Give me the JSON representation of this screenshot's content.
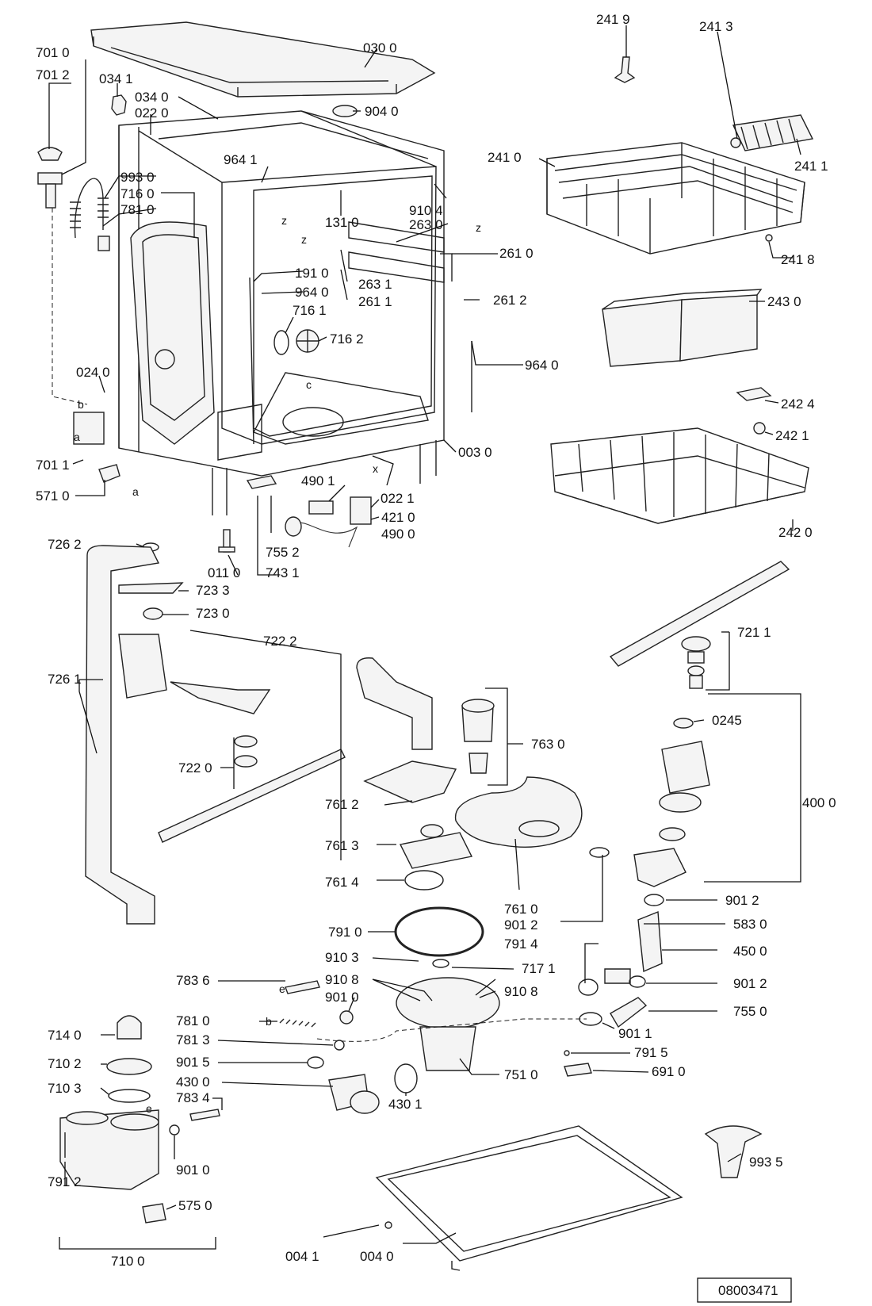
{
  "doc_id": "08003471",
  "labels": [
    {
      "key": "030_0",
      "text": "030 0"
    },
    {
      "key": "241_9",
      "text": "241 9"
    },
    {
      "key": "241_3",
      "text": "241 3"
    },
    {
      "key": "701_0",
      "text": "701 0"
    },
    {
      "key": "701_2",
      "text": "701 2"
    },
    {
      "key": "034_1",
      "text": "034 1"
    },
    {
      "key": "034_0",
      "text": "034 0"
    },
    {
      "key": "022_0",
      "text": "022 0"
    },
    {
      "key": "904_0",
      "text": "904 0"
    },
    {
      "key": "241_0",
      "text": "241 0"
    },
    {
      "key": "241_1",
      "text": "241 1"
    },
    {
      "key": "964_1",
      "text": "964 1"
    },
    {
      "key": "993_0",
      "text": "993 0"
    },
    {
      "key": "716_0",
      "text": "716 0"
    },
    {
      "key": "781_0_top",
      "text": "781 0"
    },
    {
      "key": "910_4",
      "text": "910 4"
    },
    {
      "key": "131_0",
      "text": "131 0"
    },
    {
      "key": "263_0",
      "text": "263 0"
    },
    {
      "key": "261_0",
      "text": "261 0"
    },
    {
      "key": "241_8",
      "text": "241 8"
    },
    {
      "key": "191_0",
      "text": "191 0"
    },
    {
      "key": "263_1",
      "text": "263 1"
    },
    {
      "key": "964_0_a",
      "text": "964 0"
    },
    {
      "key": "261_1",
      "text": "261 1"
    },
    {
      "key": "261_2",
      "text": "261 2"
    },
    {
      "key": "243_0",
      "text": "243 0"
    },
    {
      "key": "716_1",
      "text": "716 1"
    },
    {
      "key": "716_2",
      "text": "716 2"
    },
    {
      "key": "964_0_b",
      "text": "964 0"
    },
    {
      "key": "024_0",
      "text": "024 0"
    },
    {
      "key": "242_4",
      "text": "242 4"
    },
    {
      "key": "242_1",
      "text": "242 1"
    },
    {
      "key": "003_0",
      "text": "003 0"
    },
    {
      "key": "701_1",
      "text": "701 1"
    },
    {
      "key": "571_0",
      "text": "571 0"
    },
    {
      "key": "490_1",
      "text": "490 1"
    },
    {
      "key": "022_1",
      "text": "022 1"
    },
    {
      "key": "421_0",
      "text": "421 0"
    },
    {
      "key": "490_0",
      "text": "490 0"
    },
    {
      "key": "242_0",
      "text": "242 0"
    },
    {
      "key": "726_2",
      "text": "726 2"
    },
    {
      "key": "755_2",
      "text": "755 2"
    },
    {
      "key": "011_0",
      "text": "011 0"
    },
    {
      "key": "743_1",
      "text": "743 1"
    },
    {
      "key": "723_3",
      "text": "723 3"
    },
    {
      "key": "723_0",
      "text": "723 0"
    },
    {
      "key": "721_1",
      "text": "721 1"
    },
    {
      "key": "722_2",
      "text": "722 2"
    },
    {
      "key": "726_1",
      "text": "726 1"
    },
    {
      "key": "0245",
      "text": "0245"
    },
    {
      "key": "763_0",
      "text": "763 0"
    },
    {
      "key": "722_0",
      "text": "722 0"
    },
    {
      "key": "400_0",
      "text": "400 0"
    },
    {
      "key": "761_2",
      "text": "761 2"
    },
    {
      "key": "761_3",
      "text": "761 3"
    },
    {
      "key": "761_4",
      "text": "761 4"
    },
    {
      "key": "761_0",
      "text": "761 0"
    },
    {
      "key": "901_2_a",
      "text": "901 2"
    },
    {
      "key": "901_2_b",
      "text": "901 2"
    },
    {
      "key": "583_0",
      "text": "583 0"
    },
    {
      "key": "791_0",
      "text": "791 0"
    },
    {
      "key": "791_4",
      "text": "791 4"
    },
    {
      "key": "450_0",
      "text": "450 0"
    },
    {
      "key": "910_3",
      "text": "910 3"
    },
    {
      "key": "717_1",
      "text": "717 1"
    },
    {
      "key": "901_2_c",
      "text": "901 2"
    },
    {
      "key": "783_6",
      "text": "783 6"
    },
    {
      "key": "910_8_a",
      "text": "910 8"
    },
    {
      "key": "910_8_b",
      "text": "910 8"
    },
    {
      "key": "901_0_a",
      "text": "901 0"
    },
    {
      "key": "755_0",
      "text": "755 0"
    },
    {
      "key": "781_0_b",
      "text": "781 0"
    },
    {
      "key": "714_0",
      "text": "714 0"
    },
    {
      "key": "901_1",
      "text": "901 1"
    },
    {
      "key": "781_3",
      "text": "781 3"
    },
    {
      "key": "710_2",
      "text": "710 2"
    },
    {
      "key": "791_5",
      "text": "791 5"
    },
    {
      "key": "901_5",
      "text": "901 5"
    },
    {
      "key": "691_0",
      "text": "691 0"
    },
    {
      "key": "430_0",
      "text": "430 0"
    },
    {
      "key": "751_0",
      "text": "751 0"
    },
    {
      "key": "710_3",
      "text": "710 3"
    },
    {
      "key": "783_4",
      "text": "783 4"
    },
    {
      "key": "430_1",
      "text": "430 1"
    },
    {
      "key": "791_2",
      "text": "791 2"
    },
    {
      "key": "901_0_b",
      "text": "901 0"
    },
    {
      "key": "993_5",
      "text": "993 5"
    },
    {
      "key": "575_0",
      "text": "575 0"
    },
    {
      "key": "710_0",
      "text": "710 0"
    },
    {
      "key": "004_1",
      "text": "004 1"
    },
    {
      "key": "004_0",
      "text": "004 0"
    }
  ],
  "letters": [
    "z",
    "z",
    "c",
    "b",
    "a",
    "a",
    "x",
    "b",
    "e",
    "e",
    "z"
  ]
}
